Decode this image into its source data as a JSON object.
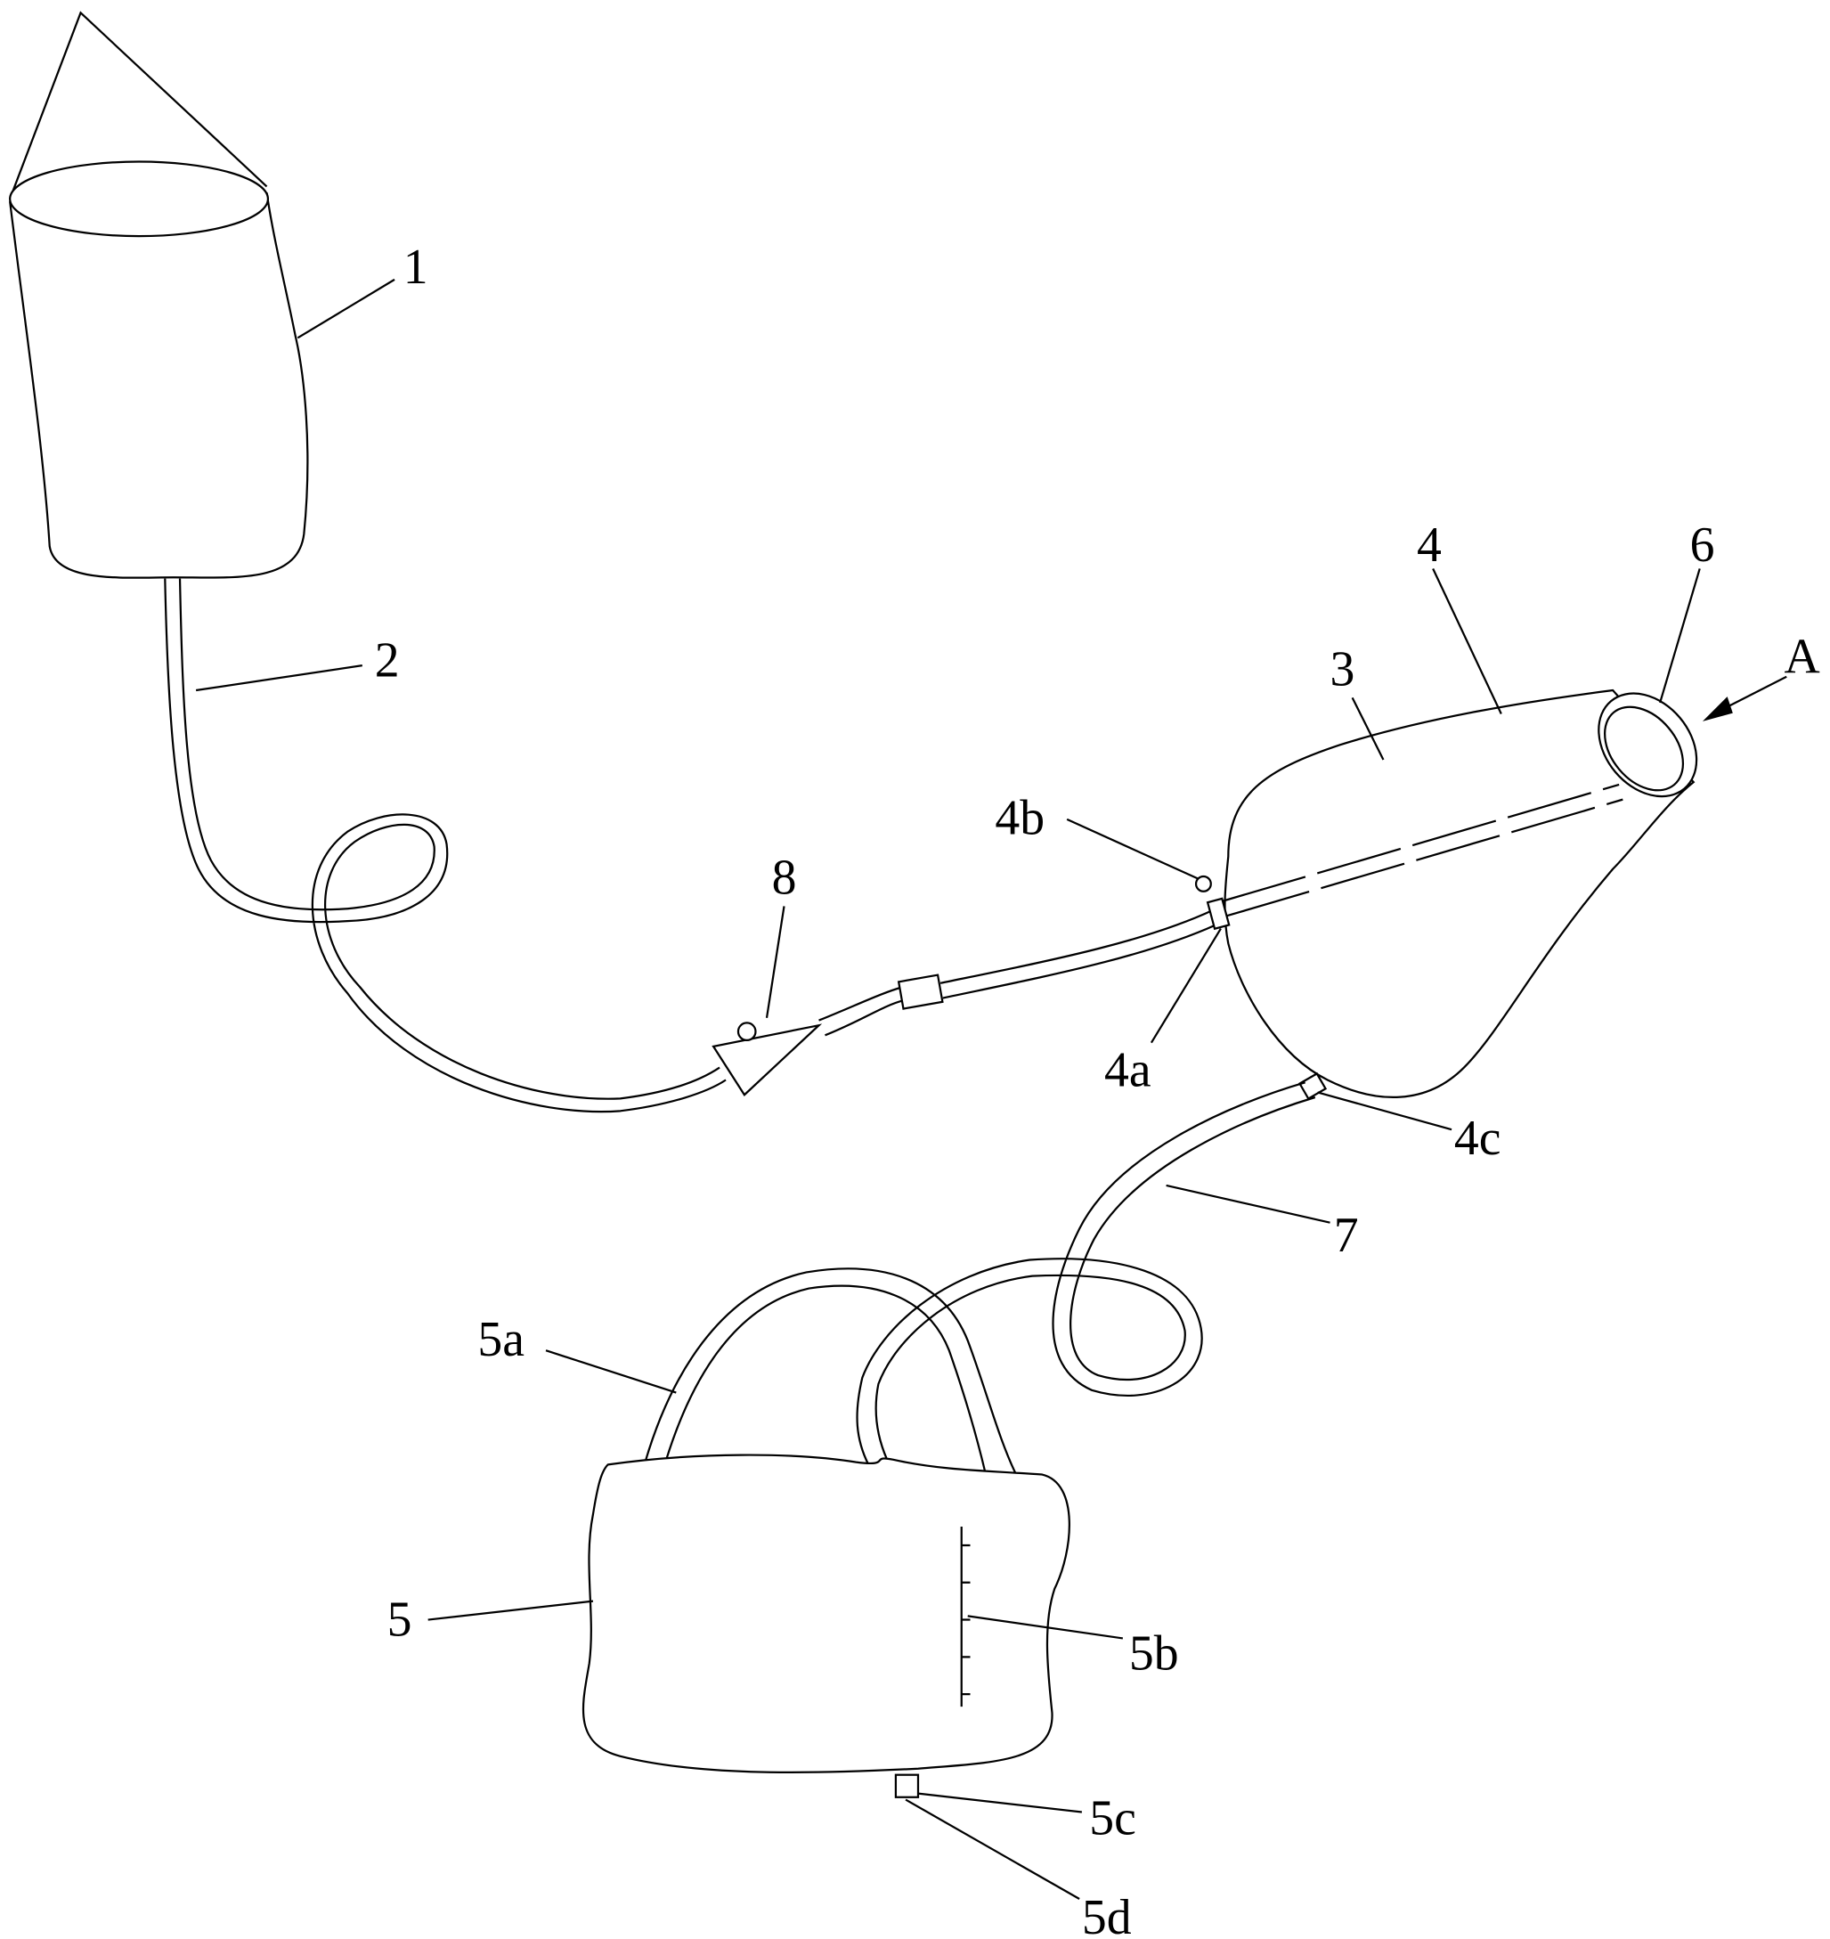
{
  "figure": {
    "labels": {
      "l1": "1",
      "l2": "2",
      "l3": "3",
      "l4": "4",
      "l4a": "4a",
      "l4b": "4b",
      "l4c": "4c",
      "l5": "5",
      "l5a": "5a",
      "l5b": "5b",
      "l5c": "5c",
      "l5d": "5d",
      "l6": "6",
      "l7": "7",
      "l8": "8",
      "lA": "A"
    }
  }
}
